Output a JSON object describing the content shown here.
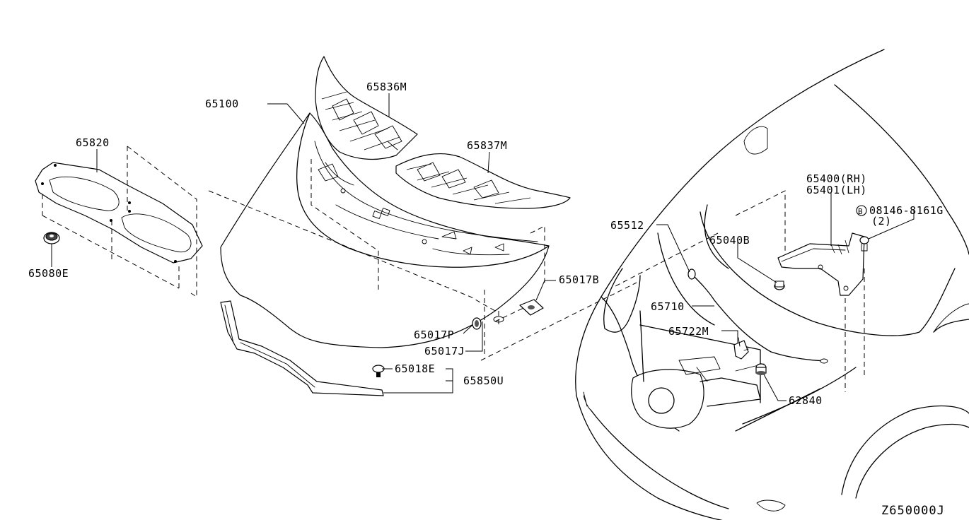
{
  "diagram_code": "Z650000J",
  "parts": {
    "p65100": "65100",
    "p65836M": "65836M",
    "p65837M": "65837M",
    "p65820": "65820",
    "p65080E": "65080E",
    "p65017B": "65017B",
    "p65017P": "65017P",
    "p65017J": "65017J",
    "p65018E": "65018E",
    "p65850U": "65850U",
    "p65512": "65512",
    "p65040B": "65040B",
    "p65400": "65400(RH)",
    "p65401": "65401(LH)",
    "p08146": "08146-8161G",
    "p08146_qty": "(2)",
    "p08146_prefix": "B",
    "p65710": "65710",
    "p65722M": "65722M",
    "p62840": "62840"
  }
}
